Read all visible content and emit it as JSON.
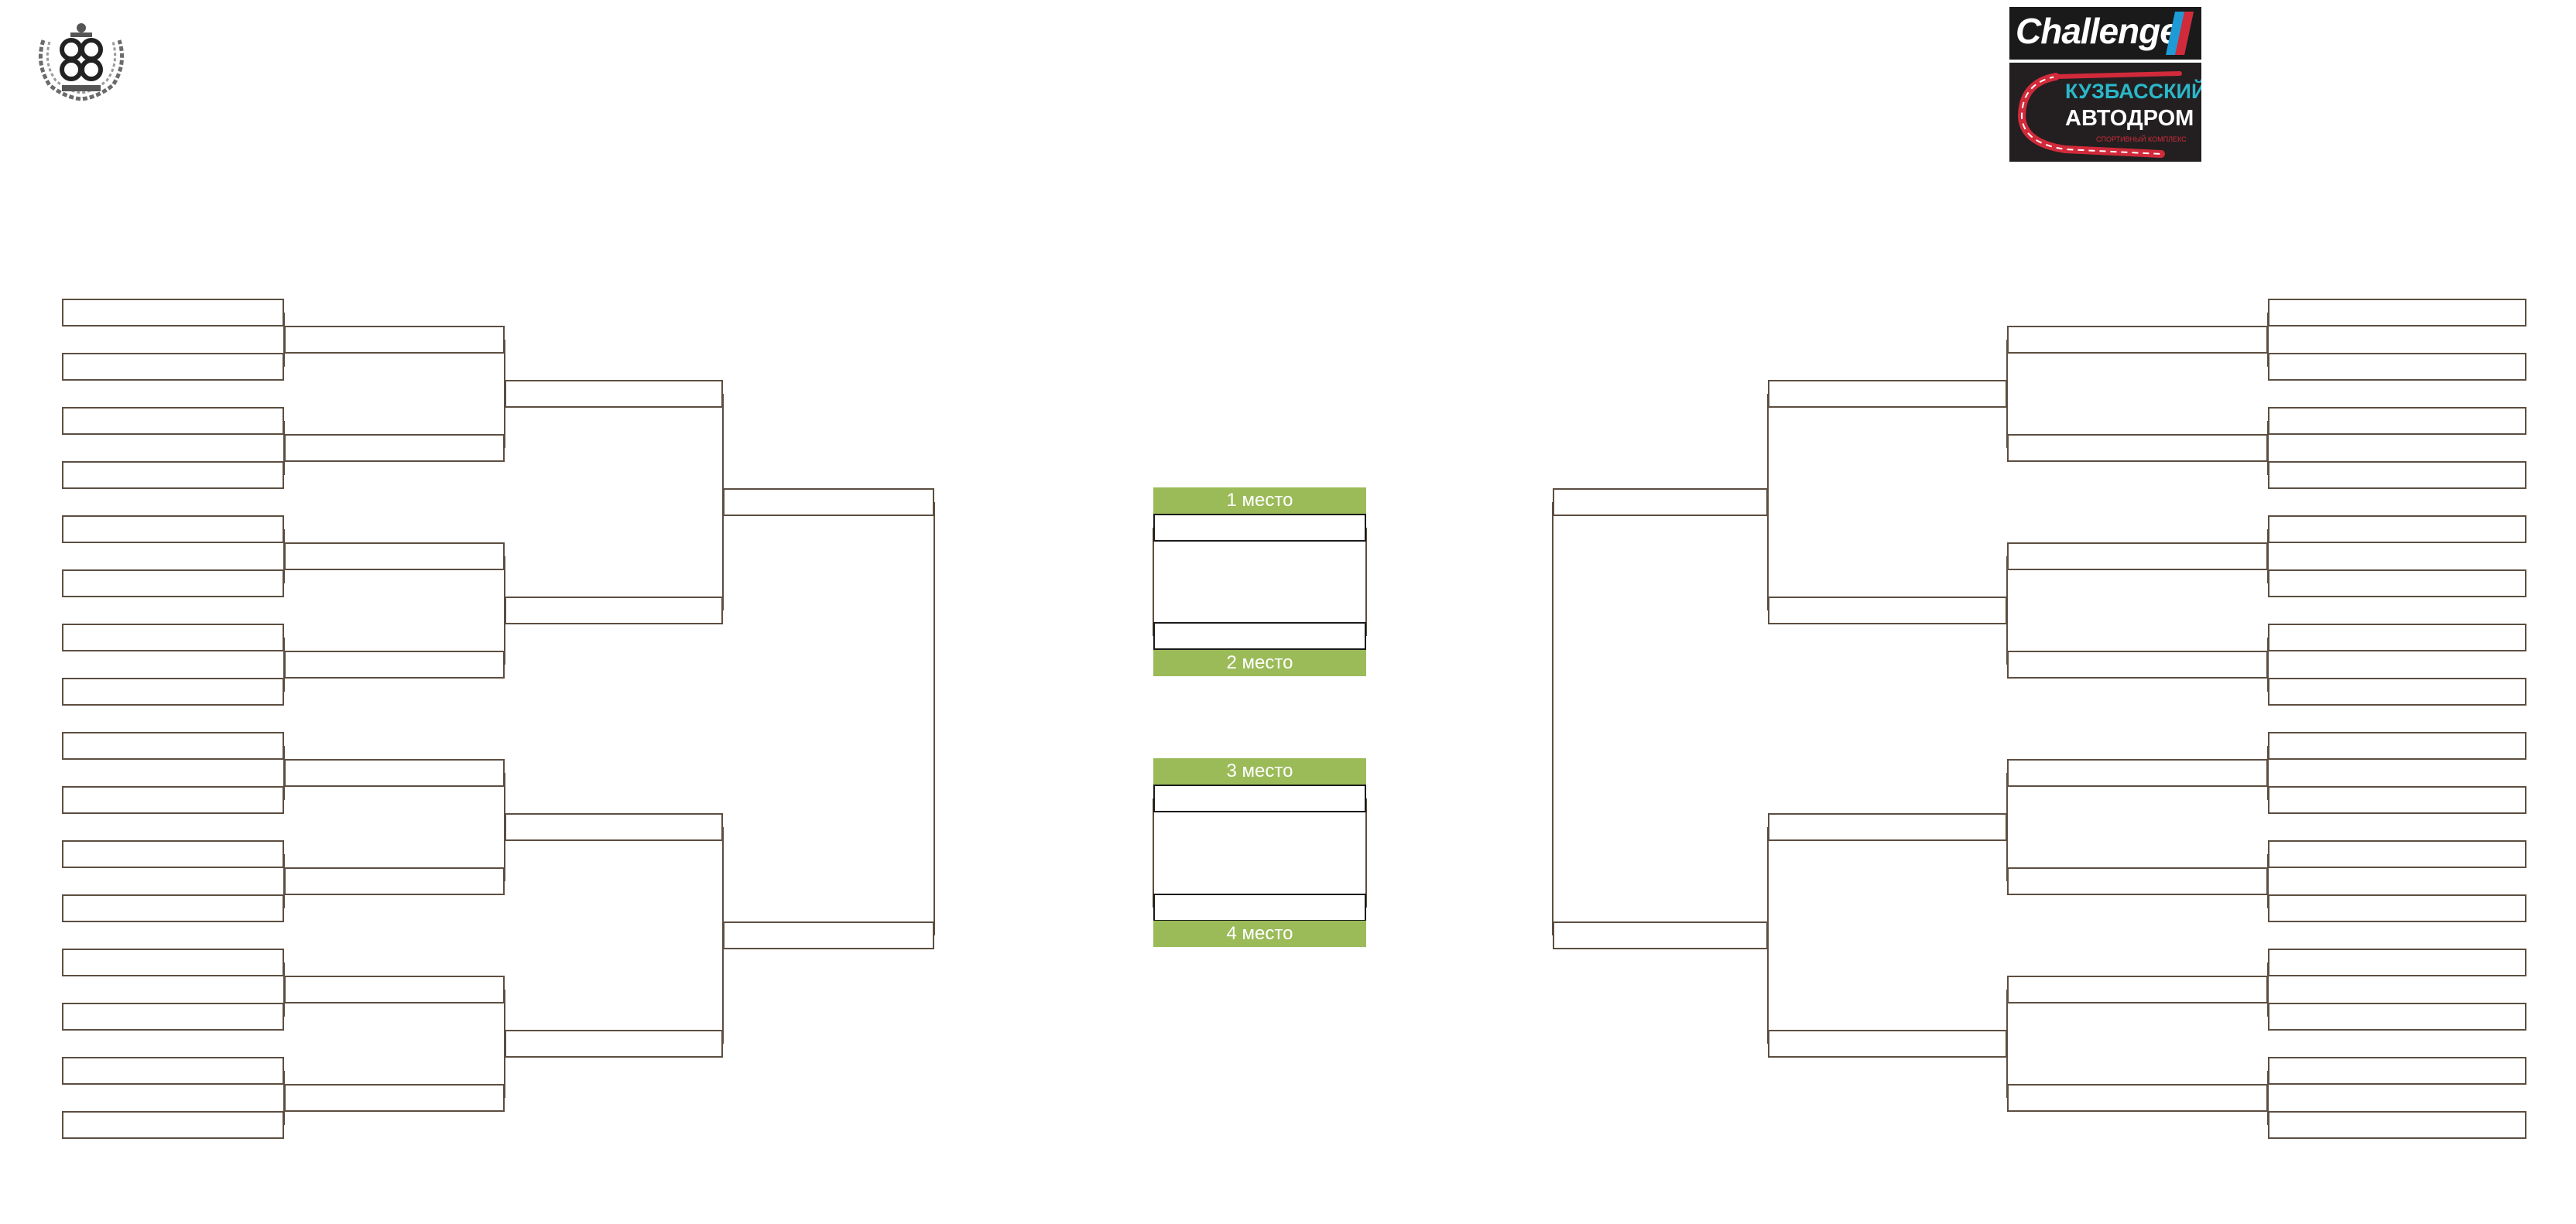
{
  "bracket": {
    "places": {
      "first": "1 место",
      "second": "2 место",
      "third": "3 место",
      "fourth": "4 место"
    },
    "line_color": "#5c4e40",
    "label_color": "#9bbb59",
    "rounds_per_side": 4,
    "entrants_per_side": 16
  },
  "logos": {
    "federation_emblem": "federation-emblem-icon",
    "challenge": {
      "text": "Challenge",
      "accent_color": "#1e9bd7"
    },
    "kuzbass": {
      "line1": "КУЗБАССКИЙ",
      "line2": "АВТОДРОМ",
      "tagline": "СПОРТИВНЫЙ КОМПЛЕКС"
    }
  }
}
